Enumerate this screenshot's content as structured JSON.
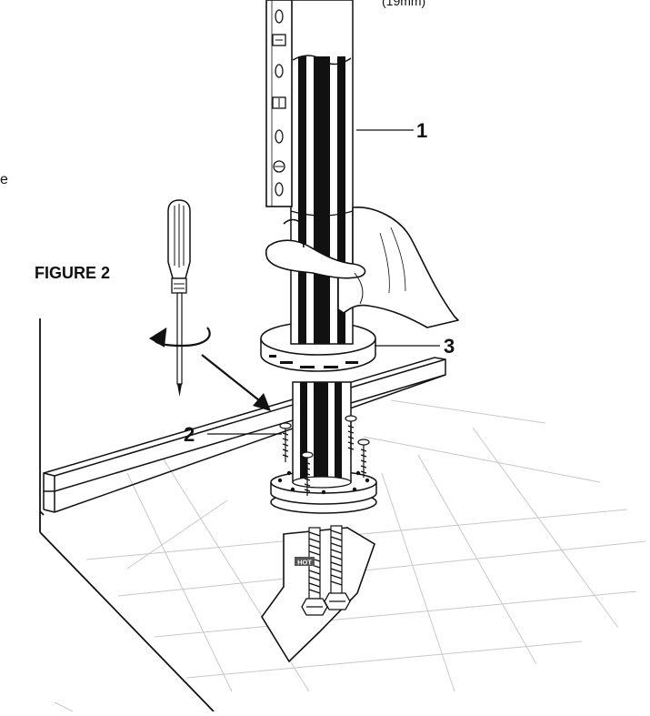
{
  "figure": {
    "title": "FIGURE 2"
  },
  "top_note": "(19mm)",
  "edge_fragment": "e",
  "callouts": {
    "c1": "1",
    "c2": "2",
    "c3": "3"
  },
  "hose_label": "HOT",
  "colors": {
    "ink": "#111111",
    "grid": "#c8c8c8",
    "label_bg": "#555555"
  }
}
